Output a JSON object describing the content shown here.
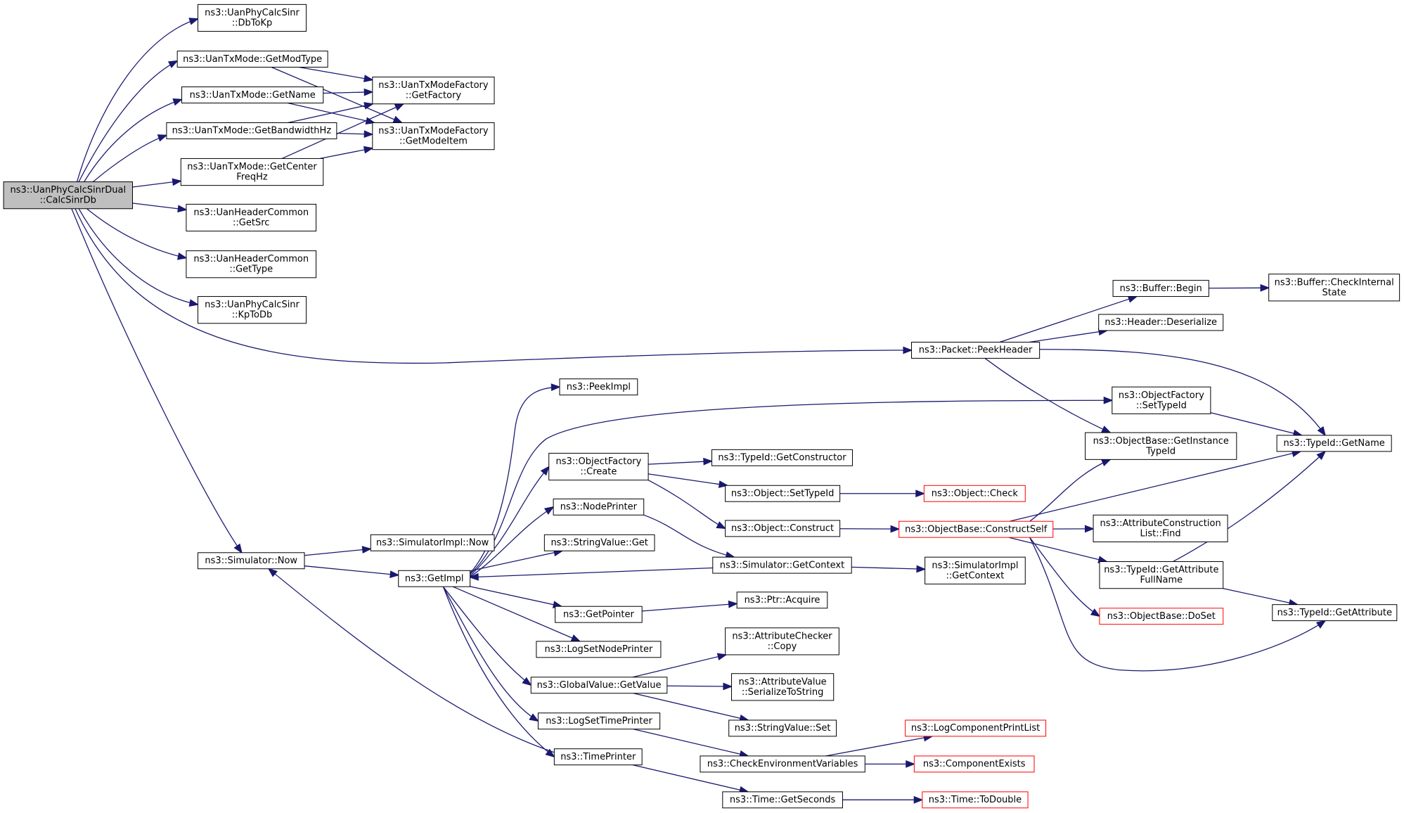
{
  "diagram": {
    "nodes": [
      {
        "id": "root",
        "lines": [
          "ns3::UanPhyCalcSinrDual",
          "::CalcSinrDb"
        ],
        "style": "root"
      },
      {
        "id": "dbtokp",
        "lines": [
          "ns3::UanPhyCalcSinr",
          "::DbToKp"
        ],
        "style": "normal"
      },
      {
        "id": "getmodtype",
        "lines": [
          "ns3::UanTxMode::GetModType"
        ],
        "style": "normal"
      },
      {
        "id": "getname_txmode",
        "lines": [
          "ns3::UanTxMode::GetName"
        ],
        "style": "normal"
      },
      {
        "id": "getbandwidth",
        "lines": [
          "ns3::UanTxMode::GetBandwidthHz"
        ],
        "style": "normal"
      },
      {
        "id": "getcenterfreq",
        "lines": [
          "ns3::UanTxMode::GetCenter",
          "FreqHz"
        ],
        "style": "normal"
      },
      {
        "id": "getfactory",
        "lines": [
          "ns3::UanTxModeFactory",
          "::GetFactory"
        ],
        "style": "normal"
      },
      {
        "id": "getmodeitem",
        "lines": [
          "ns3::UanTxModeFactory",
          "::GetModeItem"
        ],
        "style": "normal"
      },
      {
        "id": "getsrc",
        "lines": [
          "ns3::UanHeaderCommon",
          "::GetSrc"
        ],
        "style": "normal"
      },
      {
        "id": "gettype",
        "lines": [
          "ns3::UanHeaderCommon",
          "::GetType"
        ],
        "style": "normal"
      },
      {
        "id": "kptodb",
        "lines": [
          "ns3::UanPhyCalcSinr",
          "::KpToDb"
        ],
        "style": "normal"
      },
      {
        "id": "peekheader",
        "lines": [
          "ns3::Packet::PeekHeader"
        ],
        "style": "normal"
      },
      {
        "id": "bufbegin",
        "lines": [
          "ns3::Buffer::Begin"
        ],
        "style": "normal"
      },
      {
        "id": "bufcheck",
        "lines": [
          "ns3::Buffer::CheckInternal",
          "State"
        ],
        "style": "normal"
      },
      {
        "id": "hdrdeser",
        "lines": [
          "ns3::Header::Deserialize"
        ],
        "style": "normal"
      },
      {
        "id": "peekimpl",
        "lines": [
          "ns3::PeekImpl"
        ],
        "style": "normal"
      },
      {
        "id": "ofsettypeid",
        "lines": [
          "ns3::ObjectFactory",
          "::SetTypeId"
        ],
        "style": "normal"
      },
      {
        "id": "getinstance",
        "lines": [
          "ns3::ObjectBase::GetInstance",
          "TypeId"
        ],
        "style": "normal"
      },
      {
        "id": "tidgetname",
        "lines": [
          "ns3::TypeId::GetName"
        ],
        "style": "normal"
      },
      {
        "id": "ofcreate",
        "lines": [
          "ns3::ObjectFactory",
          "::Create"
        ],
        "style": "normal"
      },
      {
        "id": "getconstructor",
        "lines": [
          "ns3::TypeId::GetConstructor"
        ],
        "style": "normal"
      },
      {
        "id": "objsettypeid",
        "lines": [
          "ns3::Object::SetTypeId"
        ],
        "style": "normal"
      },
      {
        "id": "objcheck",
        "lines": [
          "ns3::Object::Check"
        ],
        "style": "red"
      },
      {
        "id": "nodeprinter",
        "lines": [
          "ns3::NodePrinter"
        ],
        "style": "normal"
      },
      {
        "id": "objconstruct",
        "lines": [
          "ns3::Object::Construct"
        ],
        "style": "normal"
      },
      {
        "id": "constructself",
        "lines": [
          "ns3::ObjectBase::ConstructSelf"
        ],
        "style": "red"
      },
      {
        "id": "acfind",
        "lines": [
          "ns3::AttributeConstruction",
          "List::Find"
        ],
        "style": "normal"
      },
      {
        "id": "simnow",
        "lines": [
          "ns3::Simulator::Now"
        ],
        "style": "normal"
      },
      {
        "id": "simimplnow",
        "lines": [
          "ns3::SimulatorImpl::Now"
        ],
        "style": "normal"
      },
      {
        "id": "strget",
        "lines": [
          "ns3::StringValue::Get"
        ],
        "style": "normal"
      },
      {
        "id": "getimpl",
        "lines": [
          "ns3::GetImpl"
        ],
        "style": "normal"
      },
      {
        "id": "simgetcontext",
        "lines": [
          "ns3::Simulator::GetContext"
        ],
        "style": "normal"
      },
      {
        "id": "simimplgetcontext",
        "lines": [
          "ns3::SimulatorImpl",
          "::GetContext"
        ],
        "style": "normal"
      },
      {
        "id": "getattrfullname",
        "lines": [
          "ns3::TypeId::GetAttribute",
          "FullName"
        ],
        "style": "normal"
      },
      {
        "id": "ptracquire",
        "lines": [
          "ns3::Ptr::Acquire"
        ],
        "style": "normal"
      },
      {
        "id": "getpointer",
        "lines": [
          "ns3::GetPointer"
        ],
        "style": "normal"
      },
      {
        "id": "doset",
        "lines": [
          "ns3::ObjectBase::DoSet"
        ],
        "style": "red"
      },
      {
        "id": "tidgetattr",
        "lines": [
          "ns3::TypeId::GetAttribute"
        ],
        "style": "normal"
      },
      {
        "id": "logsetnodeprinter",
        "lines": [
          "ns3::LogSetNodePrinter"
        ],
        "style": "normal"
      },
      {
        "id": "accopy",
        "lines": [
          "ns3::AttributeChecker",
          "::Copy"
        ],
        "style": "normal"
      },
      {
        "id": "gvgetvalue",
        "lines": [
          "ns3::GlobalValue::GetValue"
        ],
        "style": "normal"
      },
      {
        "id": "avserialize",
        "lines": [
          "ns3::AttributeValue",
          "::SerializeToString"
        ],
        "style": "normal"
      },
      {
        "id": "logsettimeprinter",
        "lines": [
          "ns3::LogSetTimePrinter"
        ],
        "style": "normal"
      },
      {
        "id": "strset",
        "lines": [
          "ns3::StringValue::Set"
        ],
        "style": "normal"
      },
      {
        "id": "logcompprintlist",
        "lines": [
          "ns3::LogComponentPrintList"
        ],
        "style": "red"
      },
      {
        "id": "timeprinter",
        "lines": [
          "ns3::TimePrinter"
        ],
        "style": "normal"
      },
      {
        "id": "checkenv",
        "lines": [
          "ns3::CheckEnvironmentVariables"
        ],
        "style": "normal"
      },
      {
        "id": "compexists",
        "lines": [
          "ns3::ComponentExists"
        ],
        "style": "red"
      },
      {
        "id": "timegetseconds",
        "lines": [
          "ns3::Time::GetSeconds"
        ],
        "style": "normal"
      },
      {
        "id": "timetodouble",
        "lines": [
          "ns3::Time::ToDouble"
        ],
        "style": "red"
      }
    ],
    "edges": [
      {
        "from": "root",
        "to": "dbtokp"
      },
      {
        "from": "root",
        "to": "getmodtype"
      },
      {
        "from": "root",
        "to": "getname_txmode"
      },
      {
        "from": "root",
        "to": "getbandwidth"
      },
      {
        "from": "root",
        "to": "getcenterfreq"
      },
      {
        "from": "root",
        "to": "getsrc"
      },
      {
        "from": "root",
        "to": "gettype"
      },
      {
        "from": "root",
        "to": "kptodb"
      },
      {
        "from": "root",
        "to": "peekheader"
      },
      {
        "from": "root",
        "to": "simnow"
      },
      {
        "from": "getmodtype",
        "to": "getfactory"
      },
      {
        "from": "getmodtype",
        "to": "getmodeitem"
      },
      {
        "from": "getname_txmode",
        "to": "getfactory"
      },
      {
        "from": "getname_txmode",
        "to": "getmodeitem"
      },
      {
        "from": "getbandwidth",
        "to": "getfactory"
      },
      {
        "from": "getbandwidth",
        "to": "getmodeitem"
      },
      {
        "from": "getcenterfreq",
        "to": "getfactory"
      },
      {
        "from": "getcenterfreq",
        "to": "getmodeitem"
      },
      {
        "from": "peekheader",
        "to": "bufbegin"
      },
      {
        "from": "peekheader",
        "to": "hdrdeser"
      },
      {
        "from": "peekheader",
        "to": "getinstance"
      },
      {
        "from": "peekheader",
        "to": "tidgetname"
      },
      {
        "from": "bufbegin",
        "to": "bufcheck"
      },
      {
        "from": "ofsettypeid",
        "to": "tidgetname"
      },
      {
        "from": "simnow",
        "to": "simimplnow"
      },
      {
        "from": "simnow",
        "to": "getimpl"
      },
      {
        "from": "getimpl",
        "to": "peekimpl"
      },
      {
        "from": "getimpl",
        "to": "ofsettypeid"
      },
      {
        "from": "getimpl",
        "to": "ofcreate"
      },
      {
        "from": "getimpl",
        "to": "nodeprinter"
      },
      {
        "from": "getimpl",
        "to": "strget"
      },
      {
        "from": "getimpl",
        "to": "getpointer"
      },
      {
        "from": "getimpl",
        "to": "logsetnodeprinter"
      },
      {
        "from": "getimpl",
        "to": "gvgetvalue"
      },
      {
        "from": "getimpl",
        "to": "logsettimeprinter"
      },
      {
        "from": "getimpl",
        "to": "timeprinter"
      },
      {
        "from": "ofcreate",
        "to": "getconstructor"
      },
      {
        "from": "ofcreate",
        "to": "objsettypeid"
      },
      {
        "from": "ofcreate",
        "to": "objconstruct"
      },
      {
        "from": "objsettypeid",
        "to": "objcheck"
      },
      {
        "from": "objconstruct",
        "to": "constructself"
      },
      {
        "from": "constructself",
        "to": "getinstance"
      },
      {
        "from": "constructself",
        "to": "tidgetname"
      },
      {
        "from": "constructself",
        "to": "acfind"
      },
      {
        "from": "constructself",
        "to": "getattrfullname"
      },
      {
        "from": "constructself",
        "to": "doset"
      },
      {
        "from": "constructself",
        "to": "tidgetattr"
      },
      {
        "from": "getattrfullname",
        "to": "tidgetname"
      },
      {
        "from": "getattrfullname",
        "to": "tidgetattr"
      },
      {
        "from": "nodeprinter",
        "to": "simgetcontext"
      },
      {
        "from": "simgetcontext",
        "to": "getimpl"
      },
      {
        "from": "simgetcontext",
        "to": "simimplgetcontext"
      },
      {
        "from": "getpointer",
        "to": "ptracquire"
      },
      {
        "from": "gvgetvalue",
        "to": "accopy"
      },
      {
        "from": "gvgetvalue",
        "to": "avserialize"
      },
      {
        "from": "gvgetvalue",
        "to": "strset"
      },
      {
        "from": "logsettimeprinter",
        "to": "checkenv"
      },
      {
        "from": "checkenv",
        "to": "logcompprintlist"
      },
      {
        "from": "checkenv",
        "to": "compexists"
      },
      {
        "from": "timeprinter",
        "to": "simnow"
      },
      {
        "from": "timeprinter",
        "to": "timegetseconds"
      },
      {
        "from": "timegetseconds",
        "to": "timetodouble"
      }
    ],
    "colors": {
      "edge": "#191970",
      "root_fill": "#bfbfbf",
      "red_border": "#ff0000",
      "node_border": "#000000"
    }
  }
}
